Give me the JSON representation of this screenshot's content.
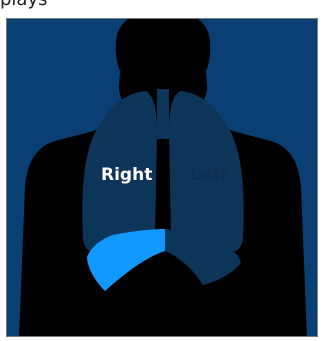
{
  "top_fragment": "plays",
  "labels": {
    "right": "Right",
    "left": "Left"
  },
  "colors": {
    "background": "#0a3f73",
    "silhouette": "#000000",
    "lungs": "#0d3459",
    "right_diaphragm_highlight": "#1199ff",
    "left_diaphragm": "#0d3459",
    "right_label": "#ffffff",
    "left_label": "#0e2f50"
  }
}
